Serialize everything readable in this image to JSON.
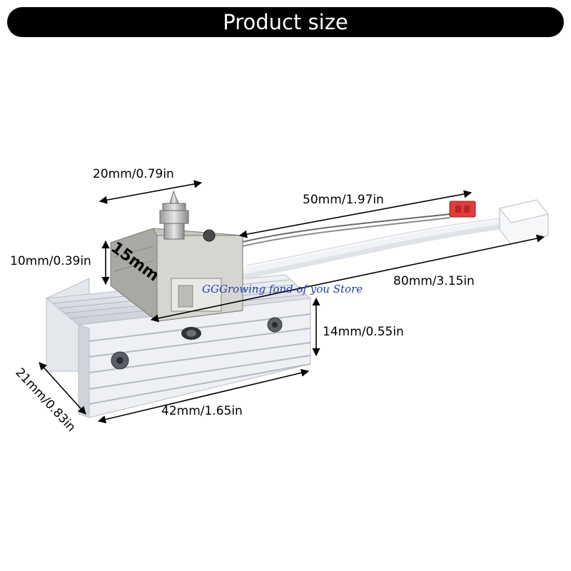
{
  "banner": {
    "title": "Product size"
  },
  "dimensions": {
    "nozzle_width": "20mm/0.79in",
    "block_depth": "15mm",
    "block_height": "10mm/0.39in",
    "wire_length_short": "50mm/1.97in",
    "wire_length_long": "80mm/3.15in",
    "heatsink_height": "14mm/0.55in",
    "heatsink_length": "42mm/1.65in",
    "heatsink_width": "21mm/0.83in"
  },
  "watermark": "GGGrowing fond of you Store",
  "colors": {
    "banner_bg": "#000000",
    "banner_text": "#ffffff",
    "aluminum": "#dfe3e8",
    "connector_red": "#e23b3b",
    "watermark": "#1e3fa8"
  }
}
